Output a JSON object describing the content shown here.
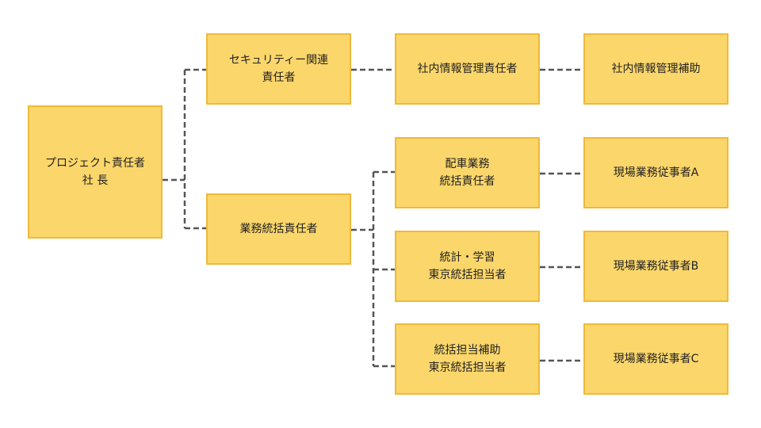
{
  "diagram": {
    "colors": {
      "box_fill": "#fbd66b",
      "box_border": "#f0b93a",
      "connector": "#555555",
      "text": "#222222"
    },
    "connector_style": "dashed",
    "nodes": {
      "ceo": {
        "lines": [
          "プロジェクト責任者",
          "社 長"
        ]
      },
      "security_lead": {
        "lines": [
          "セキュリティー関連",
          "責任者"
        ]
      },
      "operations_lead": {
        "lines": [
          "業務統括責任者"
        ]
      },
      "infosec_manager": {
        "lines": [
          "社内情報管理責任者"
        ]
      },
      "infosec_assistant": {
        "lines": [
          "社内情報管理補助"
        ]
      },
      "dispatch": {
        "lines": [
          "配車業務",
          "統括責任者"
        ]
      },
      "statistics": {
        "lines": [
          "統計・学習",
          "東京統括担当者"
        ]
      },
      "support": {
        "lines": [
          "統括担当補助",
          "東京統括担当者"
        ]
      },
      "worker_a": {
        "lines": [
          "現場業務従事者A"
        ]
      },
      "worker_b": {
        "lines": [
          "現場業務従事者B"
        ]
      },
      "worker_c": {
        "lines": [
          "現場業務従事者C"
        ]
      }
    }
  }
}
